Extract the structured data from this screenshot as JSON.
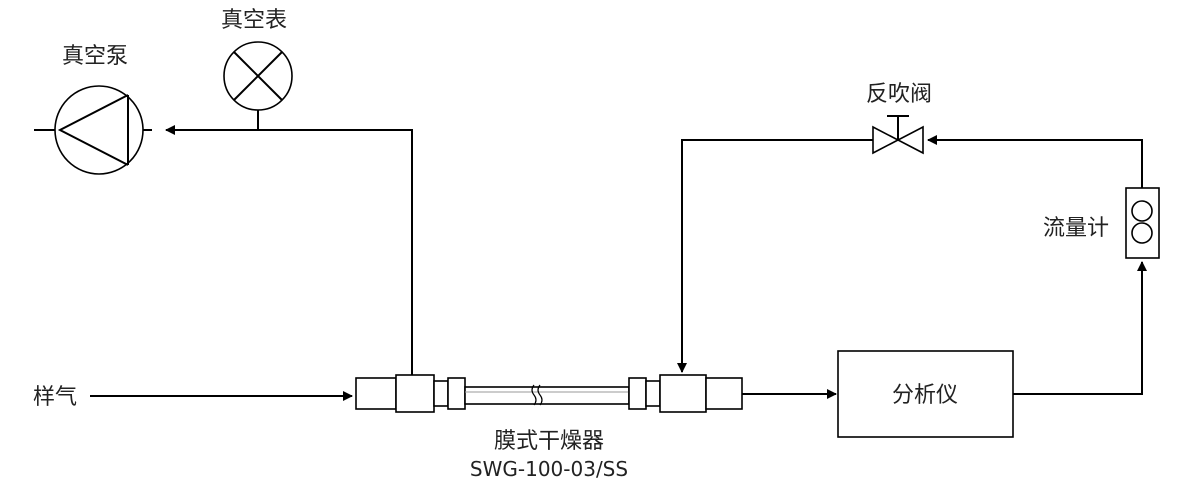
{
  "labels": {
    "vacuum_pump": "真空泵",
    "vacuum_gauge": "真空表",
    "backflush_valve": "反吹阀",
    "flowmeter": "流量计",
    "sample_gas": "样气",
    "analyzer": "分析仪",
    "dryer_name": "膜式干燥器",
    "dryer_model": "SWG-100-03/SS"
  },
  "colors": {
    "line": "#000000",
    "text": "#222222",
    "background": "#ffffff"
  }
}
